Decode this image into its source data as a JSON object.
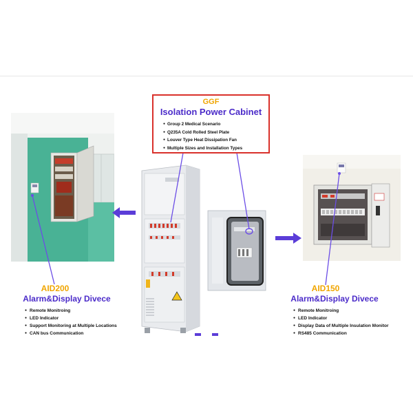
{
  "center": {
    "code": "GGF",
    "title": "Isolation Power Cabinet",
    "features": [
      "Group 2 Medical Scenario",
      "Q235A Cold Rolled Steel Plate",
      "Louver Type Heat Dissipation Fan",
      "Multiple Sizes and Installation Types"
    ]
  },
  "left_device": {
    "code": "AID200",
    "title": "Alarm&Display Divece",
    "features": [
      "Remote Monitroing",
      "LED Indicator",
      "Support Monitoring at Multiple Locations",
      "CAN bus Communication"
    ]
  },
  "right_device": {
    "code": "AID150",
    "title": "Alarm&Display Divece",
    "features": [
      "Remote Monitroing",
      "LED Indicator",
      "Display Data of Multiple Insulation Monitor",
      "RS485 Communication"
    ]
  },
  "colors": {
    "accent_purple": "#4b2bc9",
    "accent_orange": "#f0a500",
    "callout_border": "#d9302a"
  }
}
